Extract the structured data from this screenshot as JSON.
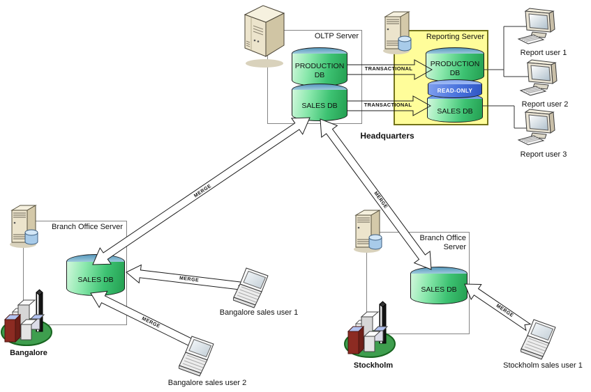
{
  "headquarters": {
    "label": "Headquarters",
    "oltp": {
      "title": "OLTP Server",
      "production_db": "PRODUCTION DB",
      "sales_db": "SALES DB"
    },
    "reporting": {
      "title": "Reporting Server",
      "production_db": "PRODUCTION DB",
      "read_only": "READ-ONLY",
      "sales_db": "SALES DB"
    }
  },
  "report_users": [
    "Report user 1",
    "Report user 2",
    "Report user 3"
  ],
  "branches": {
    "bangalore": {
      "server_title": "Branch Office Server",
      "db": "SALES DB",
      "city": "Bangalore",
      "users": [
        "Bangalore sales user 1",
        "Bangalore sales user 2"
      ]
    },
    "stockholm": {
      "server_title": "Branch Office Server",
      "db": "SALES DB",
      "city": "Stockholm",
      "users": [
        "Stockholm sales user 1"
      ]
    }
  },
  "connections": {
    "transactional": "TRANSACTIONAL",
    "merge": "MERGE"
  },
  "icons": {
    "server_tower": "server-tower-icon",
    "database": "database-cylinder",
    "desktop": "desktop-computer-icon",
    "laptop": "laptop-icon",
    "city": "city-buildings-icon"
  },
  "colors": {
    "db_body_green": "#2eb060",
    "db_top_blue": "#5899bd",
    "read_only_blue": "#3f74db",
    "reporting_box_fill": "#fffd9a",
    "reporting_box_border": "#72721a",
    "box_border": "#848484",
    "city_green": "#3e9e4e"
  }
}
